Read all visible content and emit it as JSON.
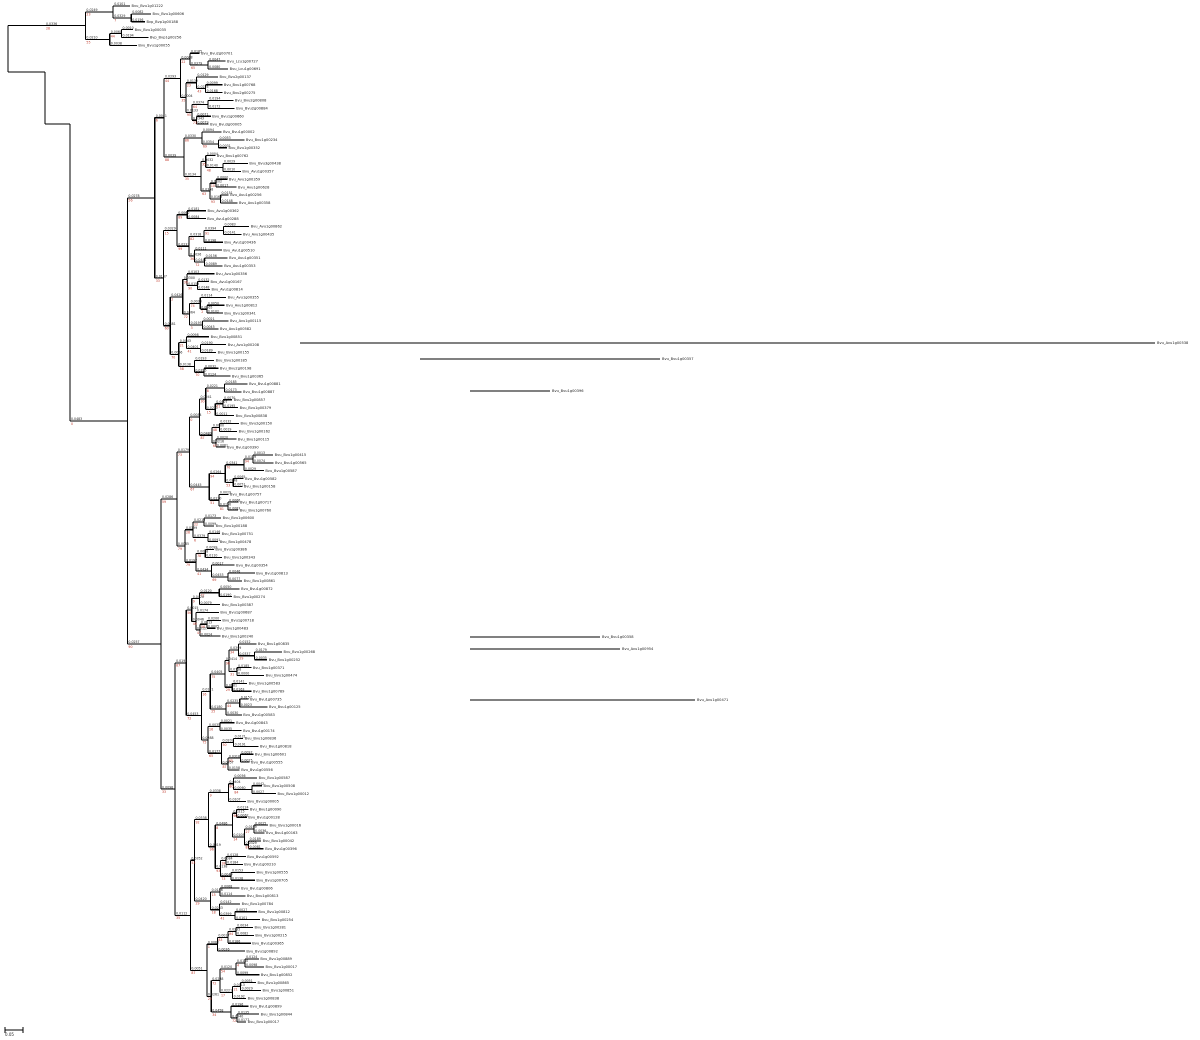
{
  "tree": {
    "root_label": "",
    "scale_bar_label": "0.05",
    "leaves": [
      "Bvu_Bvu1g01222",
      "Bvu_Bvu1g00606",
      "Bvp_Bvp1g00188",
      "Bvu_Bvu1g00035",
      "Bvp_Bvp1g00256",
      "Bvu_Bvu1g00055",
      "Bvu_Bvu2g00701",
      "Bvu_Lcu1g00727",
      "Bvu_Lcu1g00691",
      "Bvu_Bvu2g00137",
      "Bvu_Bvu1g00768",
      "Bvu_Bvu2g00275",
      "Bvu_Bvu2g00808",
      "Bvu_Bvu2g00884",
      "Bvu_Bvu1g00660",
      "Bvu_Bvu3g00005",
      "Bvu_Bvu1g00002",
      "Bvu_Bvu1g00234",
      "Bvu_Bvu1g00352",
      "Bvu_Bvu1g00762",
      "Bvu_Bvu3g00438",
      "Bvu_Avu1g00357",
      "Bvu_Avu1g00359",
      "Bvu_Avu1g00628",
      "Bvu_Avu1g00256",
      "Bvu_Avu1g00358",
      "Bvu_Avu1g00362",
      "Bvu_Avu1g00288",
      "Bvu_Avu1g00862",
      "Bvu_Avu1g00435",
      "Bvu_Avu1g00436",
      "Bvu_Avu1g00510",
      "Bvu_Avu1g00351",
      "Bvu_Avu1g00353",
      "Bvu_Avu1g00356",
      "Bvu_Avu1g00167",
      "Bvu_Avu1g00814",
      "Bvu_Avu1g00355",
      "Bvu_Avu1g00812",
      "Bvu_Bvu1g00341",
      "Bvu_Avu1g00115",
      "Bvu_Avu1g00582",
      "Bvu_Bvu1g00851",
      "Bvu_Avu1g00208",
      "Bvu_Bvu1g00155",
      "Bvu_Bvu1g00185",
      "Bvu_Bvu2g00198",
      "Bvu_Bvu1g00365",
      "Bvu_Bvu1g00881",
      "Bvu_Bvu1g00887",
      "Bvu_Bvu2g00857",
      "Bvu_Bvu1g00379",
      "Bvu_Bvu3g00838",
      "Bvu_Bvu2g00150",
      "Bvu_Bvu1g00162",
      "Bvu_Bvu1g00115",
      "Bvu_Bvu1g00390",
      "Bvu_Bvu1g00415",
      "Bvu_Bvu1g00565",
      "Bvu_Bvu1g00587",
      "Bvu_Bvu1g00582",
      "Bvu_Bvu1g00158",
      "Bvu_Bvu1g00757",
      "Bvu_Bvu1g00717",
      "Bvu_Bvu1g00760",
      "Bvu_Bvu1g00600",
      "Bvu_Bvu1g00188",
      "Bvu_Bvu1g00751",
      "Bvu_Bvu1g00478",
      "Bvu_Bvu1g00386",
      "Bvu_Bvu1g00343",
      "Bvu_Bvu1g00354",
      "Bvu_Bvu1g00813",
      "Bvu_Bvu1g00861",
      "Bvu_Bvu1g00872",
      "Bvu_Bvu1g00274",
      "Bvu_Bvu1g00387",
      "Bvu_Bvu1g00687",
      "Bvu_Bvu1g00718",
      "Bvu_Bvu1g00483",
      "Bvu_Bvu1g00240",
      "Bvu_Bvu1g00835",
      "Bvu_Bvu1g00268",
      "Bvu_Bvu1g00252",
      "Bvu_Bvu1g00371",
      "Bvu_Bvu1g00474",
      "Bvu_Bvu1g00583",
      "Bvu_Bvu1g00789",
      "Bvu_Bvu1g00735",
      "Bvu_Bvu1g00125",
      "Bvu_Bvu1g00583",
      "Bvu_Bvu1g00843",
      "Bvu_Bvu1g00174",
      "Bvu_Bvu1g00836",
      "Bvu_Bvu1g00818",
      "Bvu_Bvu1g00601",
      "Bvu_Bvu1g00555",
      "Bvu_Bvu1g00556",
      "Bvu_Bvu1g00587",
      "Bvu_Bvu1g00508",
      "Bvu_Bvu1g00012",
      "Bvu_Bvu1g00005",
      "Bvu_Bvu1g00090",
      "Bvu_Bvu1g00128",
      "Bvu_Bvu1g00016",
      "Bvu_Bvu1g00163",
      "Bvu_Bvu1g00042",
      "Bvu_Bvu1g00396",
      "Bvu_Bvu1g00592",
      "Bvu_Bvu1g00210",
      "Bvu_Bvu1g00555",
      "Bvu_Bvu1g00705",
      "Bvu_Bvu1g00806",
      "Bvu_Bvu1g00813",
      "Bvu_Bvu1g00784",
      "Bvu_Bvu1g00812",
      "Bvu_Bvu1g00254",
      "Bvu_Bvu1g00281",
      "Bvu_Bvu1g00215",
      "Bvu_Bvu1g00365",
      "Bvu_Bvu1g00892",
      "Bvu_Bvu1g00889",
      "Bvu_Bvu1g00017",
      "Bvu_Bvu1g00852",
      "Bvu_Bvu1g00865",
      "Bvu_Bvu1g00851",
      "Bvu_Bvu1g00838",
      "Bvu_Bvu1g00899",
      "Bvu_Bvu1g00844",
      "Bvu_Bvu1g00017"
    ],
    "long_branch_leaves": [
      "Bvu_Avu1g00538",
      "Bvu_Bvu1g00357",
      "Bvu_Bvu1g00396",
      "Bvu_Bvu1g00358",
      "Bvu_Avu1g00954",
      "Bvu_Avu1g00471"
    ]
  }
}
